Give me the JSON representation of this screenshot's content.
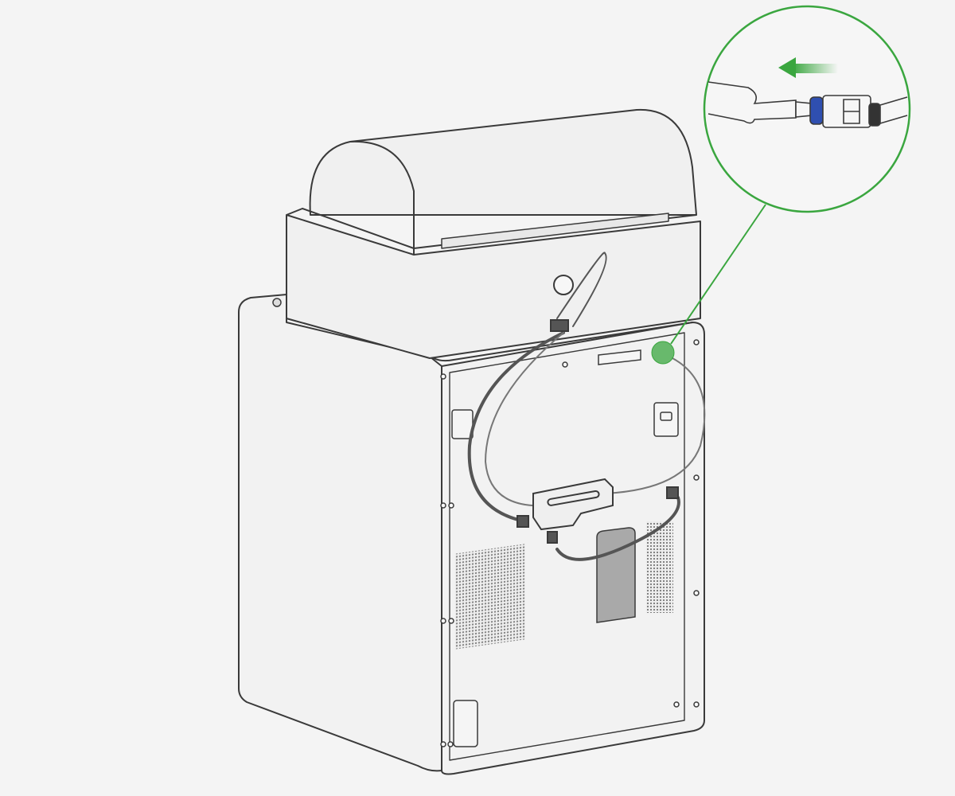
{
  "colors": {
    "background": "#f4f4f4",
    "outline": "#3a3a3a",
    "panel_fill": "#f1f1f1",
    "cable": "#555555",
    "highlight_green": "#3aa63f",
    "seal_blue": "#2f4fb0",
    "vent_grey": "#a9a9a9"
  },
  "parts": [
    "dryer-unit",
    "cabinet",
    "back-panel",
    "cable-loop",
    "junction-box",
    "tube-connector",
    "callout-magnifier",
    "direction-arrow"
  ]
}
